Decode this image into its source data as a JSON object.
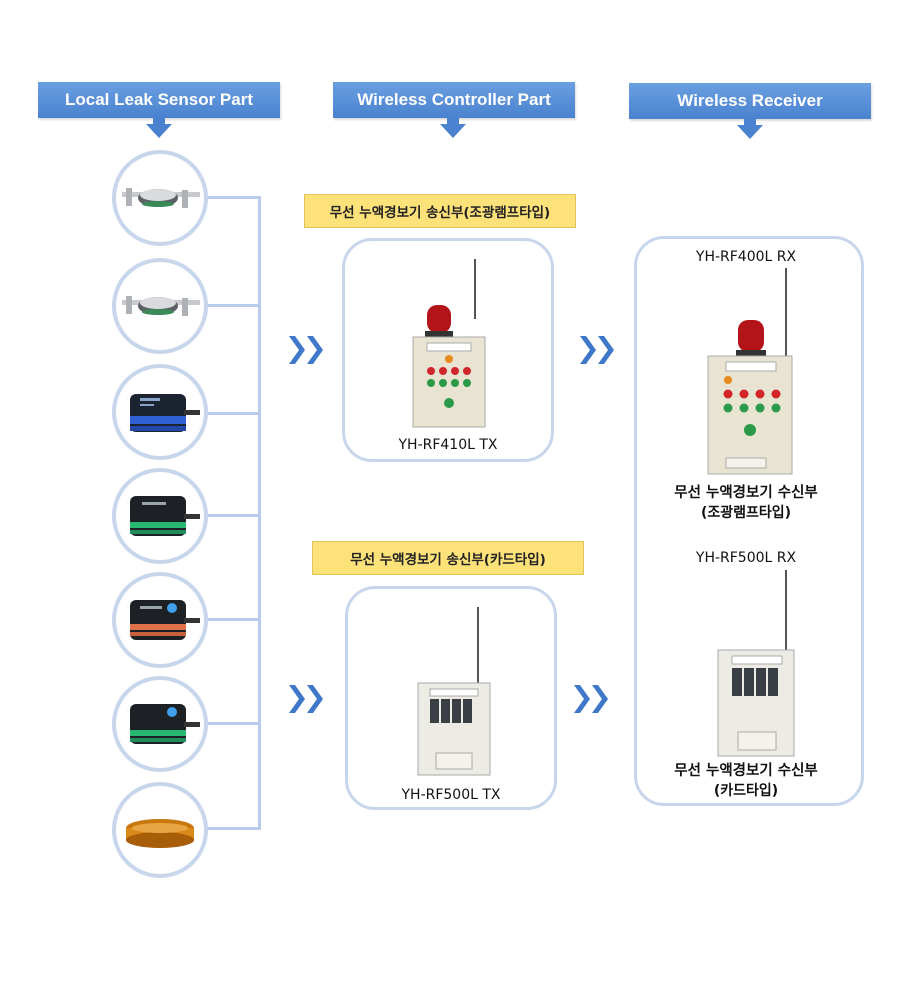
{
  "headers": {
    "sensor": "Local Leak Sensor Part",
    "controller": "Wireless Controller Part",
    "receiver": "Wireless Receiver"
  },
  "controller": {
    "tx1_label": "무선 누액경보기 송신부(조광램프타입)",
    "tx1_model": "YH-RF410L TX",
    "tx2_label": "무선 누액경보기 송신부(카드타입)",
    "tx2_model": "YH-RF500L TX"
  },
  "receiver": {
    "rx1_model": "YH-RF400L RX",
    "rx1_label_line1": "무선 누액경보기 수신부",
    "rx1_label_line2": "(조광램프타입)",
    "rx2_model": "YH-RF500L RX",
    "rx2_label_line1": "무선 누액경보기 수신부",
    "rx2_label_line2": "(카드타입)"
  },
  "colors": {
    "header_blue": "#4a82cf",
    "label_yellow": "#fde27a",
    "frame_blue": "#c8d6ec",
    "chevron_blue": "#3f78c9"
  },
  "sensors": [
    {
      "type": "band-sensor",
      "icon": "metal-clip-sensor-icon"
    },
    {
      "type": "band-sensor",
      "icon": "metal-clip-sensor-icon"
    },
    {
      "type": "point-sensor",
      "icon": "blue-point-sensor-icon"
    },
    {
      "type": "point-sensor",
      "icon": "green-point-sensor-icon"
    },
    {
      "type": "point-sensor",
      "icon": "orange-point-sensor-icon"
    },
    {
      "type": "point-sensor",
      "icon": "green-point-sensor-icon"
    },
    {
      "type": "tape-sensor",
      "icon": "amber-tape-sensor-icon"
    }
  ]
}
